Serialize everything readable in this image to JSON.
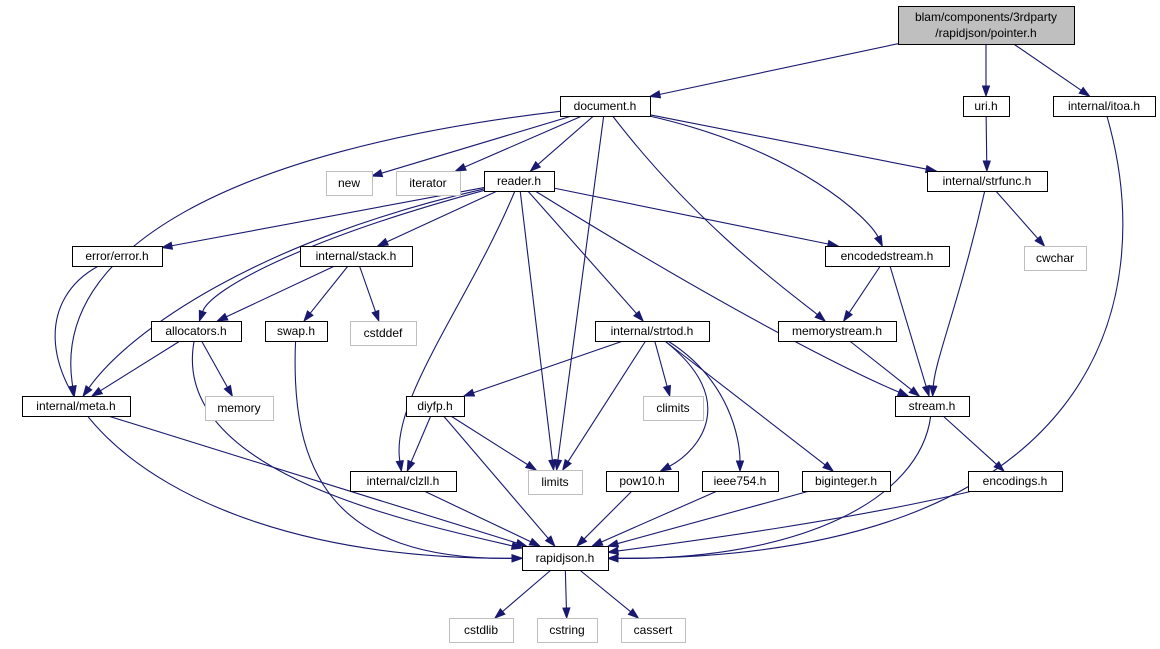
{
  "graph": {
    "colors": {
      "edge": "#191970",
      "root_fill": "#bfbfbf",
      "node_border": "#000000",
      "external_border": "#bfbfbf"
    },
    "nodes": [
      {
        "id": "pointer",
        "label": [
          "blam/components/3rdparty",
          "/rapidjson/pointer.h"
        ],
        "kind": "root"
      },
      {
        "id": "document",
        "label": [
          "document.h"
        ],
        "kind": "file"
      },
      {
        "id": "uri",
        "label": [
          "uri.h"
        ],
        "kind": "file"
      },
      {
        "id": "itoa",
        "label": [
          "internal/itoa.h"
        ],
        "kind": "file"
      },
      {
        "id": "new",
        "label": [
          "new"
        ],
        "kind": "external"
      },
      {
        "id": "iterator",
        "label": [
          "iterator"
        ],
        "kind": "external"
      },
      {
        "id": "reader",
        "label": [
          "reader.h"
        ],
        "kind": "file"
      },
      {
        "id": "strfunc",
        "label": [
          "internal/strfunc.h"
        ],
        "kind": "file"
      },
      {
        "id": "error",
        "label": [
          "error/error.h"
        ],
        "kind": "file"
      },
      {
        "id": "stack",
        "label": [
          "internal/stack.h"
        ],
        "kind": "file"
      },
      {
        "id": "encodedstream",
        "label": [
          "encodedstream.h"
        ],
        "kind": "file"
      },
      {
        "id": "cwchar",
        "label": [
          "cwchar"
        ],
        "kind": "external"
      },
      {
        "id": "allocators",
        "label": [
          "allocators.h"
        ],
        "kind": "file"
      },
      {
        "id": "swap",
        "label": [
          "swap.h"
        ],
        "kind": "file"
      },
      {
        "id": "cstddef",
        "label": [
          "cstddef"
        ],
        "kind": "external"
      },
      {
        "id": "strtod",
        "label": [
          "internal/strtod.h"
        ],
        "kind": "file"
      },
      {
        "id": "memorystream",
        "label": [
          "memorystream.h"
        ],
        "kind": "file"
      },
      {
        "id": "meta",
        "label": [
          "internal/meta.h"
        ],
        "kind": "file"
      },
      {
        "id": "memory",
        "label": [
          "memory"
        ],
        "kind": "external"
      },
      {
        "id": "diyfp",
        "label": [
          "diyfp.h"
        ],
        "kind": "file"
      },
      {
        "id": "climits",
        "label": [
          "climits"
        ],
        "kind": "external"
      },
      {
        "id": "stream",
        "label": [
          "stream.h"
        ],
        "kind": "file"
      },
      {
        "id": "clzll",
        "label": [
          "internal/clzll.h"
        ],
        "kind": "file"
      },
      {
        "id": "limits",
        "label": [
          "limits"
        ],
        "kind": "external"
      },
      {
        "id": "pow10",
        "label": [
          "pow10.h"
        ],
        "kind": "file"
      },
      {
        "id": "ieee754",
        "label": [
          "ieee754.h"
        ],
        "kind": "file"
      },
      {
        "id": "biginteger",
        "label": [
          "biginteger.h"
        ],
        "kind": "file"
      },
      {
        "id": "encodings",
        "label": [
          "encodings.h"
        ],
        "kind": "file"
      },
      {
        "id": "rapidjson",
        "label": [
          "rapidjson.h"
        ],
        "kind": "file"
      },
      {
        "id": "cstdlib",
        "label": [
          "cstdlib"
        ],
        "kind": "external"
      },
      {
        "id": "cstring",
        "label": [
          "cstring"
        ],
        "kind": "external"
      },
      {
        "id": "cassert",
        "label": [
          "cassert"
        ],
        "kind": "external"
      }
    ],
    "edges": [
      [
        "pointer",
        "document"
      ],
      [
        "pointer",
        "uri"
      ],
      [
        "pointer",
        "itoa"
      ],
      [
        "document",
        "new"
      ],
      [
        "document",
        "iterator"
      ],
      [
        "document",
        "reader"
      ],
      [
        "document",
        "strfunc"
      ],
      [
        "document",
        "encodedstream"
      ],
      [
        "document",
        "memorystream"
      ],
      [
        "document",
        "meta"
      ],
      [
        "document",
        "limits"
      ],
      [
        "uri",
        "strfunc"
      ],
      [
        "itoa",
        "rapidjson"
      ],
      [
        "reader",
        "error"
      ],
      [
        "reader",
        "stack"
      ],
      [
        "reader",
        "allocators"
      ],
      [
        "reader",
        "meta"
      ],
      [
        "reader",
        "encodedstream"
      ],
      [
        "reader",
        "strtod"
      ],
      [
        "reader",
        "stream"
      ],
      [
        "reader",
        "clzll"
      ],
      [
        "reader",
        "limits"
      ],
      [
        "strfunc",
        "cwchar"
      ],
      [
        "strfunc",
        "stream"
      ],
      [
        "error",
        "rapidjson"
      ],
      [
        "stack",
        "allocators"
      ],
      [
        "stack",
        "swap"
      ],
      [
        "stack",
        "cstddef"
      ],
      [
        "encodedstream",
        "memorystream"
      ],
      [
        "encodedstream",
        "stream"
      ],
      [
        "memorystream",
        "stream"
      ],
      [
        "allocators",
        "meta"
      ],
      [
        "allocators",
        "memory"
      ],
      [
        "allocators",
        "rapidjson"
      ],
      [
        "swap",
        "rapidjson"
      ],
      [
        "strtod",
        "diyfp"
      ],
      [
        "strtod",
        "climits"
      ],
      [
        "strtod",
        "limits"
      ],
      [
        "strtod",
        "pow10"
      ],
      [
        "strtod",
        "ieee754"
      ],
      [
        "strtod",
        "biginteger"
      ],
      [
        "meta",
        "rapidjson"
      ],
      [
        "diyfp",
        "clzll"
      ],
      [
        "diyfp",
        "limits"
      ],
      [
        "diyfp",
        "rapidjson"
      ],
      [
        "stream",
        "encodings"
      ],
      [
        "stream",
        "rapidjson"
      ],
      [
        "clzll",
        "rapidjson"
      ],
      [
        "pow10",
        "rapidjson"
      ],
      [
        "ieee754",
        "rapidjson"
      ],
      [
        "biginteger",
        "rapidjson"
      ],
      [
        "encodings",
        "rapidjson"
      ],
      [
        "rapidjson",
        "cstdlib"
      ],
      [
        "rapidjson",
        "cstring"
      ],
      [
        "rapidjson",
        "cassert"
      ]
    ]
  }
}
